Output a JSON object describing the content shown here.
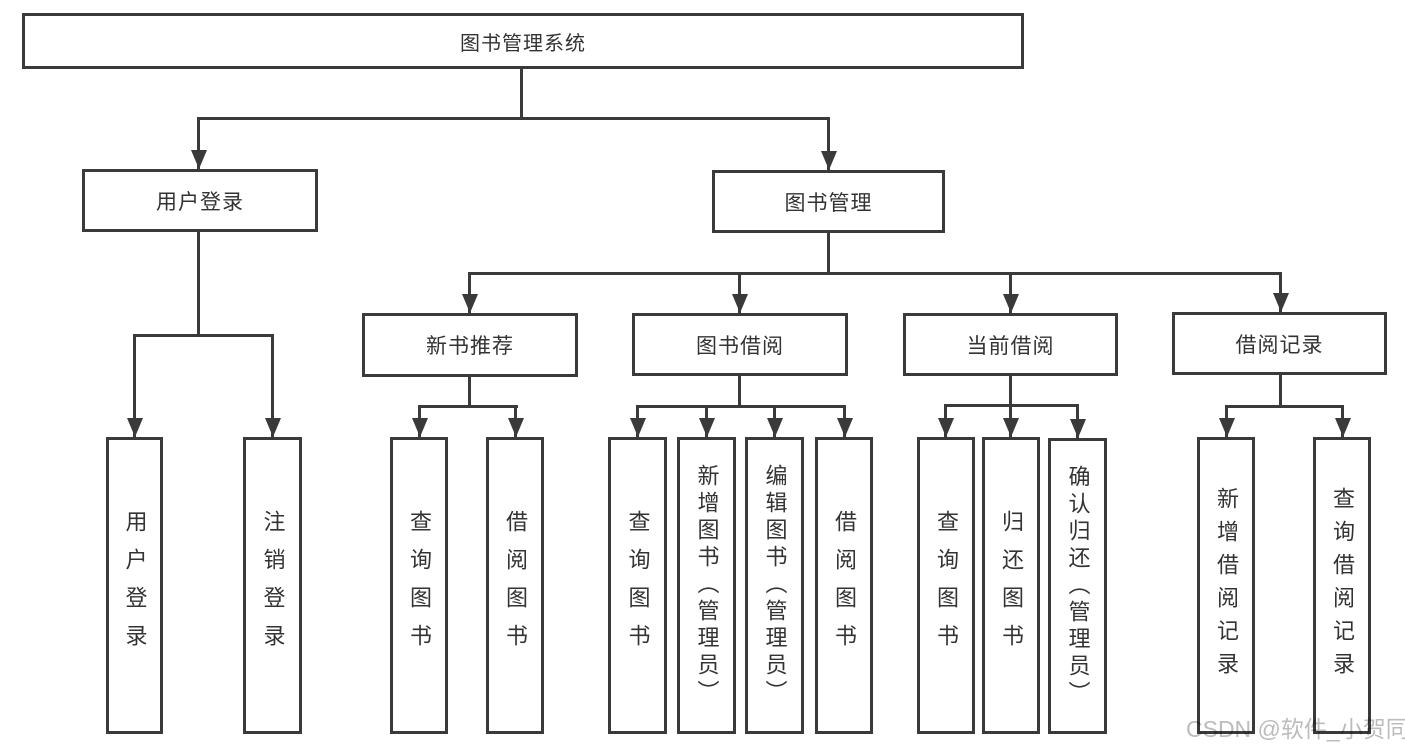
{
  "diagram_title": "图书管理系统",
  "nodes": {
    "root": "图书管理系统",
    "user_login": "用户登录",
    "book_mgmt": "图书管理",
    "new_book_rec": "新书推荐",
    "book_borrow": "图书借阅",
    "current_borrow": "当前借阅",
    "borrow_record": "借阅记录",
    "leaf_user_login": "用户登录",
    "leaf_logout": "注销登录",
    "leaf_nb_query": "查询图书",
    "leaf_nb_borrow": "借阅图书",
    "leaf_bb_query": "查询图书",
    "leaf_bb_add": "新增图书（管理员）",
    "leaf_bb_edit": "编辑图书（管理员）",
    "leaf_bb_borrow": "借阅图书",
    "leaf_cb_query": "查询图书",
    "leaf_cb_return": "归还图书",
    "leaf_cb_confirm": "确认归还（管理员）",
    "leaf_br_add": "新增借阅记录",
    "leaf_br_query": "查询借阅记录"
  },
  "watermark": "CSDN @软件_小贺同学",
  "colors": {
    "line": "#3a3a3a",
    "text": "#333333",
    "watermark": "#bcbcbc",
    "background": "#ffffff"
  }
}
